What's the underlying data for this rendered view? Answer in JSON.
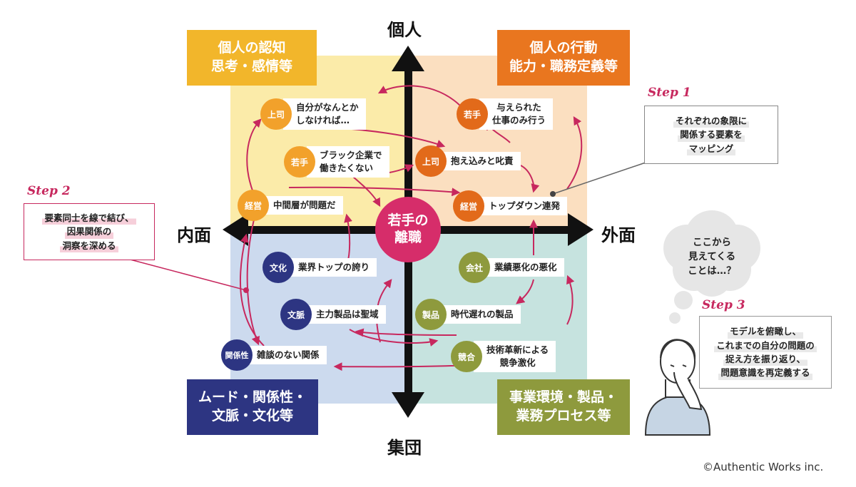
{
  "axes": {
    "top": "個人",
    "bottom": "集団",
    "left": "内面",
    "right": "外面"
  },
  "quadrants": {
    "top_left": {
      "line1": "個人の認知",
      "line2": "思考・感情等",
      "color": "#f2b62b"
    },
    "top_right": {
      "line1": "個人の行動",
      "line2": "能力・職務定義等",
      "color": "#e9761f"
    },
    "bottom_left": {
      "line1": "ムード・関係性・",
      "line2": "文脈・文化等",
      "color": "#2d3582"
    },
    "bottom_right": {
      "line1": "事業環境・製品・",
      "line2": "業務プロセス等",
      "color": "#8e9a3d"
    }
  },
  "center": {
    "line1": "若手の",
    "line2": "離職",
    "color": "#d62d6a"
  },
  "nodes": [
    {
      "badge": "上司",
      "line1": "自分がなんとか",
      "line2": "しなければ…"
    },
    {
      "badge": "若手",
      "line1": "ブラック企業で",
      "line2": "働きたくない"
    },
    {
      "badge": "経営",
      "line1": "中間層が問題だ",
      "line2": ""
    },
    {
      "badge": "若手",
      "line1": "与えられた",
      "line2": "仕事のみ行う"
    },
    {
      "badge": "上司",
      "line1": "抱え込みと叱責",
      "line2": ""
    },
    {
      "badge": "経営",
      "line1": "トップダウン連発",
      "line2": ""
    },
    {
      "badge": "文化",
      "line1": "業界トップの誇り",
      "line2": ""
    },
    {
      "badge": "文脈",
      "line1": "主力製品は聖域",
      "line2": ""
    },
    {
      "badge": "関係性",
      "line1": "雑談のない関係",
      "line2": ""
    },
    {
      "badge": "会社",
      "line1": "業績悪化の悪化",
      "line2": ""
    },
    {
      "badge": "製品",
      "line1": "時代遅れの製品",
      "line2": ""
    },
    {
      "badge": "競合",
      "line1": "技術革新による",
      "line2": "競争激化"
    }
  ],
  "steps": {
    "step1": {
      "label": "Step 1",
      "line1": "それぞれの象限に",
      "line2": "関係する要素を",
      "line3": "マッピング"
    },
    "step2": {
      "label": "Step 2",
      "line1": "要素同士を線で結び、",
      "line2": "因果関係の",
      "line3": "洞察を深める"
    },
    "step3": {
      "label": "Step 3",
      "line1": "モデルを俯瞰し、",
      "line2": "これまでの自分の問題の",
      "line3": "捉え方を振り返り、",
      "line4": "問題意識を再定義する"
    }
  },
  "thought": {
    "line1": "ここから",
    "line2": "見えてくる",
    "line3": "ことは…？"
  },
  "copyright": "©Authentic Works inc."
}
